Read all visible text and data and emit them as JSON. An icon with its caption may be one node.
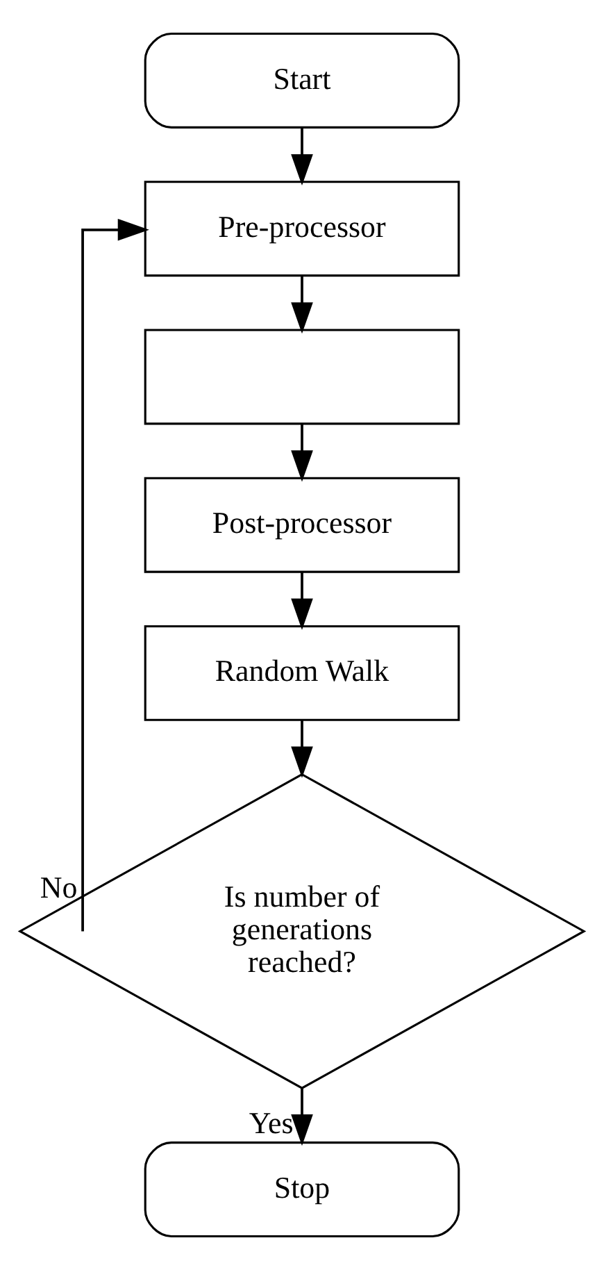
{
  "diagram": {
    "nodes": [
      {
        "text": [
          "Start"
        ]
      },
      {
        "text": [
          "Pre-processor"
        ]
      },
      {
        "text": [],
        "shape": "box"
      },
      {
        "text": [
          "Post-processor"
        ]
      },
      {
        "text": [
          "Random Walk"
        ]
      },
      {
        "text": [
          "Is number of generations reached?"
        ]
      },
      {
        "text": [
          "Stop"
        ]
      }
    ],
    "edges": [
      {
        "from": 0,
        "to": 1,
        "arrow": "to"
      },
      {
        "from": 1,
        "to": 2,
        "arrow": "to"
      },
      {
        "from": 2,
        "to": 3,
        "arrow": "to"
      },
      {
        "from": 3,
        "to": 4,
        "arrow": "to"
      },
      {
        "from": 4,
        "to": 5,
        "arrow": "to"
      },
      {
        "from": 5,
        "to": 6,
        "arrow": "to",
        "label": "Yes"
      },
      {
        "from": 5,
        "to": 1,
        "arrow": "to",
        "label": "No"
      }
    ]
  }
}
